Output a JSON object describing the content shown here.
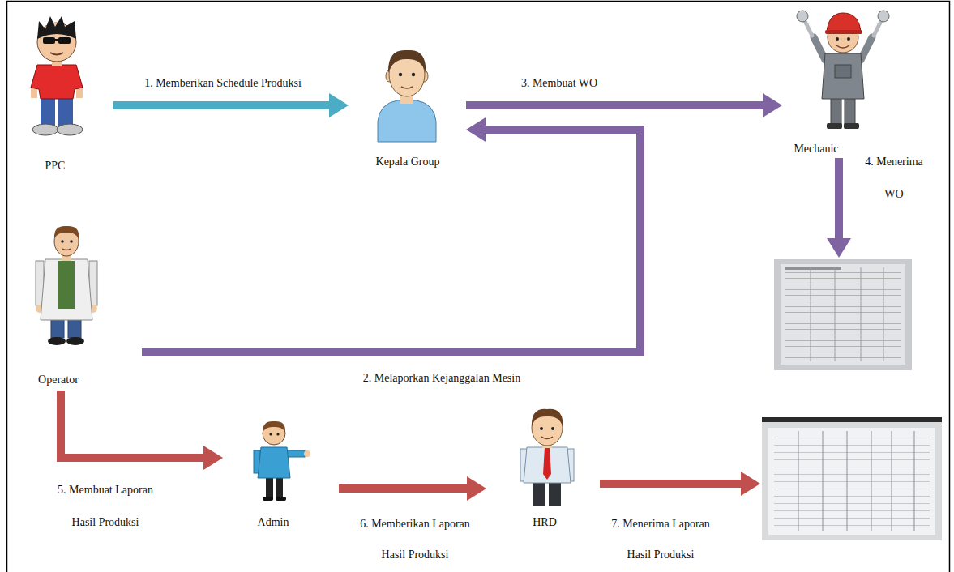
{
  "diagram": {
    "nodes": [
      {
        "text": [
          "PPC"
        ]
      },
      {
        "text": [
          "Kepala Group"
        ]
      },
      {
        "text": [
          "Mechanic"
        ]
      },
      {
        "text": [
          "Operator"
        ]
      },
      {
        "text": []
      },
      {
        "text": [
          "Admin"
        ]
      },
      {
        "text": [
          "HRD"
        ]
      },
      {
        "text": []
      }
    ],
    "edges": [
      {
        "from": 0,
        "to": 1,
        "label": "1. Memberikan Schedule Produksi",
        "arrow": "to"
      },
      {
        "from": 3,
        "to": 1,
        "label": "2. Melaporkan Kejanggalan Mesin",
        "arrow": "to"
      },
      {
        "from": 1,
        "to": 2,
        "label": "3. Membuat WO",
        "arrow": "to"
      },
      {
        "from": 2,
        "to": 4,
        "label": "4. Menerima WO",
        "arrow": "to"
      },
      {
        "from": 3,
        "to": 5,
        "label": "5. Membuat Laporan Hasil Produksi",
        "arrow": "to"
      },
      {
        "from": 5,
        "to": 6,
        "label": "6. Memberikan Laporan Hasil Produksi",
        "arrow": "to"
      },
      {
        "from": 6,
        "to": 7,
        "label": "7. Menerima Laporan Hasil Produksi",
        "arrow": "to"
      }
    ]
  }
}
